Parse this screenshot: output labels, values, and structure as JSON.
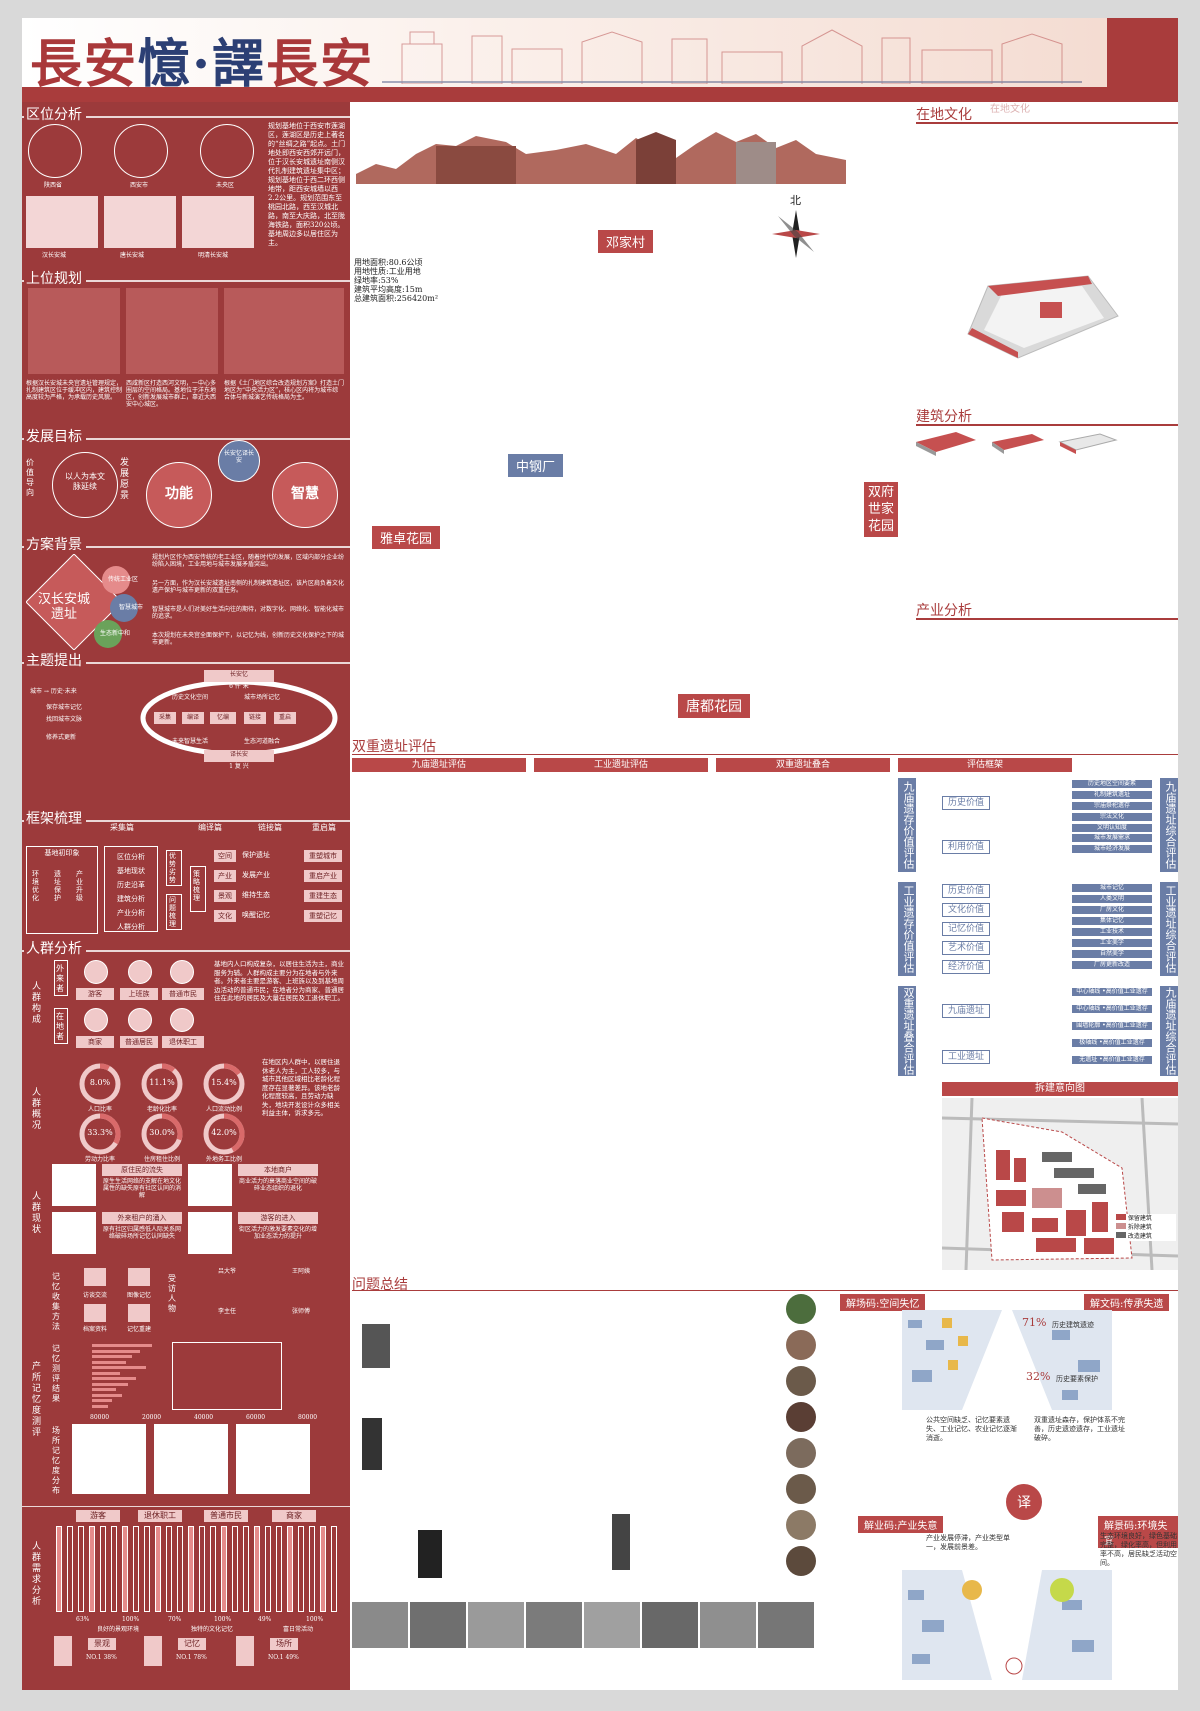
{
  "header": {
    "title_part1": "長安",
    "title_part2": "憶·譯",
    "title_part3": "長安"
  },
  "left": {
    "location": {
      "title": "区位分析",
      "desc": "规划基地位于西安市莲湖区，莲湖区是历史上著名的“丝绸之路”起点。土门地处即西安西郊开远门，位于汉长安城遗址南侧汉代扎制建筑遗址集中区；规划基地位于西二环西侧地带，距西安城墙以西2.2公里。规划范围东至桃园北路，西至汉城北路，南至大庆路，北至陇海铁路，面积320公顷。基地周边多以居住区为主。",
      "maps": [
        "陕西省",
        "西安市",
        "未央区"
      ],
      "maps2": [
        "汉长安城",
        "唐长安城",
        "明清长安城"
      ]
    },
    "upper": {
      "title": "上位规划",
      "desc1": "根据汉长安城未央宫遗址管理规定，扎制建筑区位于缓冲区内，建筑控制高度较为严格，为承载历史风貌。",
      "desc2": "西咸新区打造西河文明，一中心多圈层的空间格局。基地位于洋东地区，创新发展城市群上，辜近大西安中心城区。",
      "desc3": "根据《土门地区综合改造规划方案》打造土门地区为“中央活力区”，核心区内将为城市综合体与新城演艺传统格局为主。"
    },
    "goal": {
      "title": "发展目标",
      "left_label": "价值导向",
      "center_label": "以人为本文脉延续",
      "right_label": "发展愿景",
      "node1": "功能",
      "node2": "智慧",
      "node_top": "长安忆译长安"
    },
    "background": {
      "title": "方案背景",
      "core": "汉长安城遗址",
      "b1": "传统工业区",
      "b2": "智慧城市",
      "b3": "生态新中和",
      "text1": "规划片区作为西安传统的老工业区，随着时代的发展，区域内部分企业纷纷陷入困境，工业用地与城市发展矛盾突出。",
      "text2": "另一方面，作为汉长安城遗址南侧的扎制建筑遗址区，该片区肩负着文化遗产保护与城市更新的双重任务。",
      "text3": "智慧城市是人们对美好生活向往的期待，对数字化、网络化、智能化城市的追求。",
      "text4": "本次规划在未央宫全面保护下，以记忆为线，创新历史文化保护之下的城市更新。"
    },
    "theme": {
      "title": "主题提出",
      "line1": "城市 → 历史·未来",
      "line2": "保存城市记忆",
      "line3": "找回城市文脉",
      "line4": "修养式更新",
      "top": "长安忆",
      "bottom": "译长安",
      "i1": "历史文化空间",
      "i2": "城市场所记忆",
      "i3": "未来智慧生活",
      "i4": "生态河道融合",
      "c1": "采集",
      "c2": "编译",
      "c3": "忆编",
      "c4": "链接",
      "c5": "重启",
      "top_sub": "6 件 米",
      "bottom_sub": "1 复 兴"
    },
    "framework": {
      "title": "框架梳理",
      "cols": [
        "采集篇",
        "编译篇",
        "链接篇",
        "重启篇"
      ],
      "leftbox": "基地初印象",
      "collect": [
        "区位分析",
        "基地现状",
        "历史沿革",
        "建筑分析",
        "产业分析",
        "人群分析"
      ],
      "translate1": "优势劣势",
      "translate2": "问题梳理",
      "translate3": "策略梳理",
      "link": [
        "空间",
        "产业",
        "景观",
        "文化"
      ],
      "link2": [
        "保护遗址",
        "发展产业",
        "维持生态",
        "唤醒记忆"
      ],
      "restart": [
        "重塑城市",
        "重启产业",
        "重建生态",
        "重塑记忆"
      ],
      "side1": "环境优化",
      "side2": "遗址保护",
      "side3": "产业升级"
    },
    "people": {
      "title": "人群分析",
      "composition_label": "人群构成",
      "outsider": "外来者",
      "local": "在地者",
      "o1": "游客",
      "o2": "上班族",
      "o3": "普通市民",
      "l1": "商家",
      "l2": "普通居民",
      "l3": "退休职工",
      "comp_desc": "基地内人口构成复杂，以居住生活为主，商业服务为辅。人群构成主要分为在地者与外来者。外来者主要是游客、上班族以及到基地周边活动的普通市民；在地者分为商家、普通居住在此地的居民及大量在居民及工退休职工。",
      "overview_label": "人群概况",
      "rings": [
        "8.0%",
        "11.1%",
        "15.4%",
        "33.3%",
        "30.0%",
        "42.0%"
      ],
      "ring_caps": [
        "人口比率",
        "老龄化比率",
        "人口流动比例",
        "劳动力比率",
        "住房租住比例",
        "外地务工比例"
      ],
      "overview_desc": "在地区内人群中，以居住退休老人为主，工人较多，与城市其他区域相比老龄化程度存在显著差异。该地老龄化程度较高，且劳动力缺失，地块开发设计众多相关利益主体，诉求多元。",
      "status_label": "人群现状",
      "s1_title": "原住民的流失",
      "s1_text": "原生生活网络的支解在地文化属性的缺失原有社区认同的消解",
      "s2_title": "本地商户",
      "s2_text": "商业活力的衰落商业空间的破碎业态组织的退化",
      "s3_title": "外来租户的涌入",
      "s3_text": "原有社区归属感低人际关系网络破碎场所记忆认同缺失",
      "s4_title": "游客的进入",
      "s4_text": "街区活力的激发要素交化的增加业态活力的提升",
      "memory_label": "记忆收集方法",
      "m1": "访谈交流",
      "m2": "图像记忆",
      "m3": "档案资料",
      "m4": "记忆重建",
      "interview_label": "受访人物",
      "p1": "吕大爷",
      "p2": "王阿姨",
      "p3": "李主任",
      "p4": "张师傅",
      "eval_label": "产所记忆度测评",
      "eval_sub1": "记忆测评结果",
      "eval_sub2": "场所记忆度分布",
      "axis": [
        "80000",
        "20000",
        "40000",
        "60000",
        "80000"
      ],
      "groups": [
        "游客",
        "退休职工",
        "普通市民",
        "商家"
      ],
      "need_label": "人群需求分析",
      "pct": [
        "63%",
        "100%",
        "70%",
        "100%",
        "49%",
        "100%"
      ],
      "n1_title": "良好的景观环境",
      "n1_key": "景观",
      "n1_no": "NO.1 38%",
      "n2_title": "独特的文化记忆",
      "n2_key": "记忆",
      "n2_no": "NO.1 78%",
      "n3_title": "富日常活动",
      "n3_key": "场所",
      "n3_no": "NO.1 49%"
    }
  },
  "center": {
    "labels": {
      "dengjia": "邓家村",
      "zhonggang": "中钢厂",
      "yazhuo": "雅卓花园",
      "tangdu": "唐都花园",
      "shuangfu": "双府世家花园"
    },
    "north": "北",
    "stats": [
      "用地面积:80.6公顷",
      "用地性质:工业用地",
      "绿地率:53%",
      "建筑平均高度:15m",
      "总建筑面积:256420m²"
    ]
  },
  "right": {
    "culture": "在地文化",
    "culture_ghost": "在地文化",
    "building": "建筑分析",
    "industry": "产业分析"
  },
  "eval": {
    "title": "双重遗址评估",
    "tabs": [
      "九庙遗址评估",
      "工业遗址评估",
      "双重遗址叠合",
      "评估框架"
    ],
    "v1": "九庙遗存价值评估",
    "v2": "工业遗存价值评估",
    "v3": "双重遗址叠合评估",
    "v4": "九庙遗址综合评估",
    "v5": "工业遗址综合评估",
    "v6": "九庙遗址综合评估",
    "items1": [
      "历史价值",
      "利用价值"
    ],
    "tags1": [
      "历史地区空间要素",
      "礼制建筑遗址",
      "宗庙祭祀遗存",
      "宗法文化",
      "文明认知度"
    ],
    "tags1b": [
      "城市发展需求",
      "城市经济发展"
    ],
    "items2": [
      "历史价值",
      "文化价值",
      "记忆价值",
      "艺术价值",
      "经济价值"
    ],
    "tags2": [
      "城市记忆",
      "人类文明",
      "厂房文化",
      "集体记忆",
      "工业技术",
      "工业美学",
      "自然美学",
      "厂房更新改造"
    ],
    "items3": [
      "九庙遗址",
      "工业遗址"
    ],
    "tags3": [
      "中心轴线 •高价值工业遗存",
      "中心轴线 •高价值工业遗存",
      "围墙轮廓 •高价值工业遗存",
      "极轴线 •高价值工业遗存",
      "无遗址 •高价值工业遗存"
    ],
    "demolish": "拆建意向图",
    "legend": [
      "保留建筑",
      "拆除建筑",
      "改造建筑"
    ]
  },
  "problem": {
    "title": "问题总结",
    "d1": "解场码:空间失忆",
    "d2": "解文码:传承失遗",
    "d3": "解业码:产业失意",
    "d4": "解景码:环境失宜",
    "center": "译",
    "pct1": "71%",
    "pct1_label": "历史建筑遗迹",
    "pct2": "32%",
    "pct2_label": "历史要素保护",
    "t1": "公共空间缺乏、记忆要素遗失、工业记忆、农业记忆逐渐消逝。",
    "t2": "双重遗址森存，保护体系不完善，历史遗迹遗存，工业遗址破碎。",
    "t3": "产业发展停滞，产业类型单一，发展前景差。",
    "t4": "生态环境良好，绿色基础完整，绿化率高，但利用率不高，居民缺乏活动空间。"
  }
}
